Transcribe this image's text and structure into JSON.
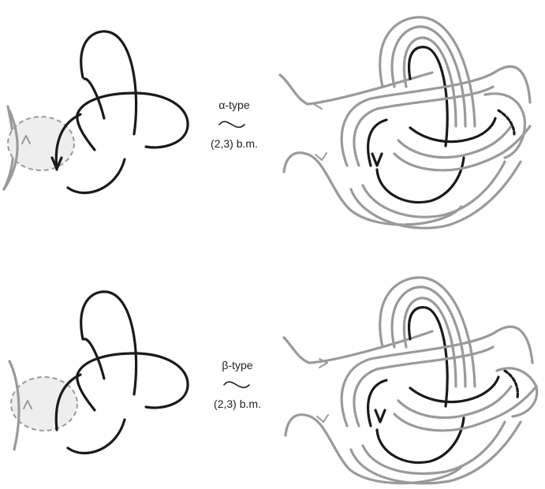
{
  "rows": [
    {
      "id": "alpha",
      "type_label": "α-type",
      "move_label": "(2,3) b.m."
    },
    {
      "id": "beta",
      "type_label": "β-type",
      "move_label": "(2,3) b.m."
    }
  ],
  "colors": {
    "knot": "#1a1a1a",
    "strand": "#9a9a9a",
    "ball_fill": "#eeeeee"
  }
}
